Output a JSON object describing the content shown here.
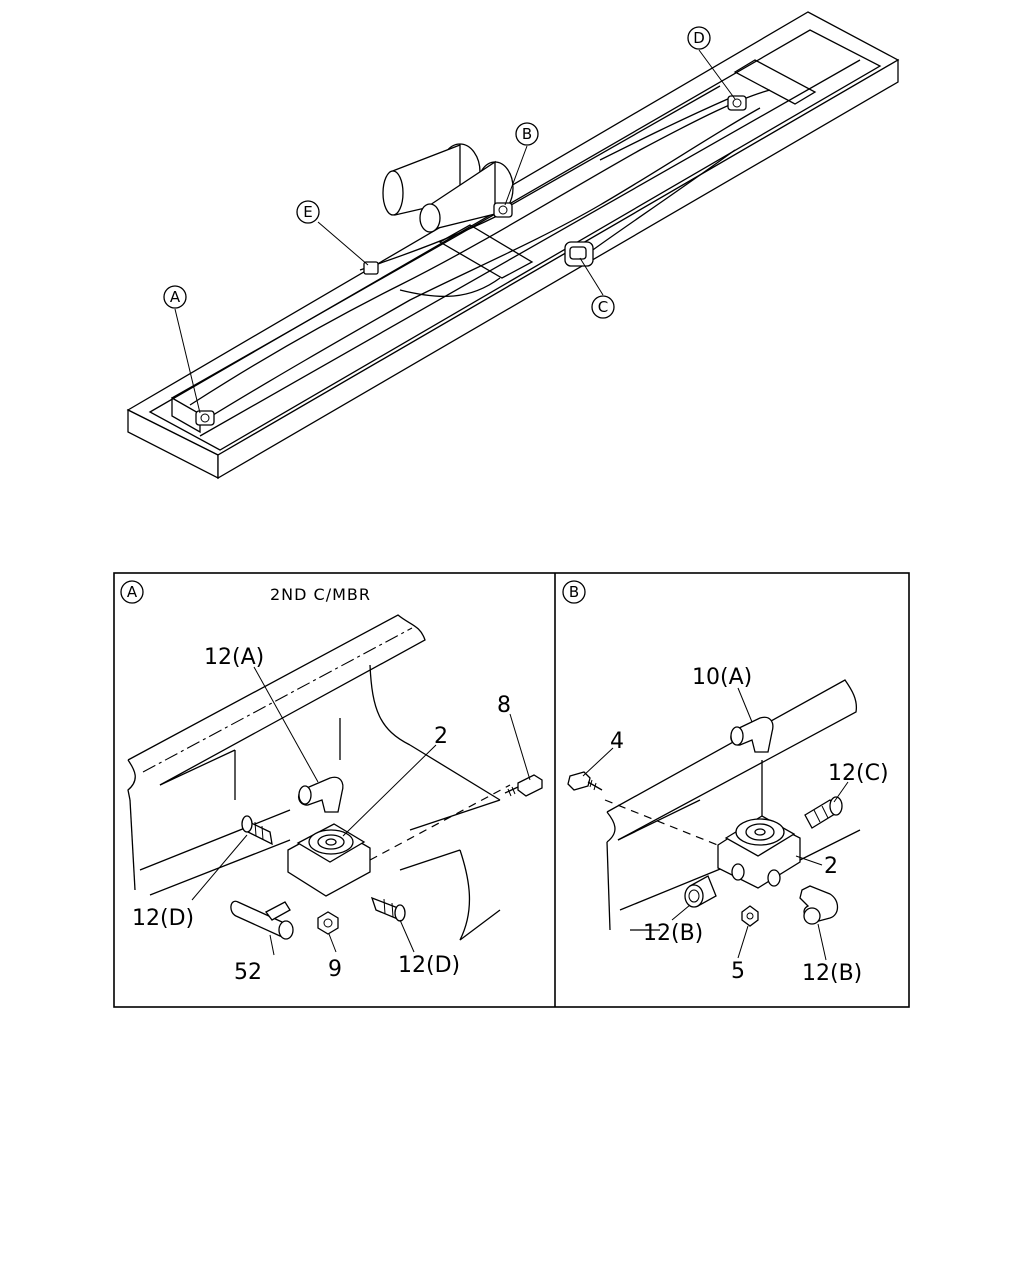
{
  "callouts": [
    "A",
    "B",
    "C",
    "D",
    "E"
  ],
  "detail_a": {
    "marker": "A",
    "title": "2ND C/MBR",
    "labels": [
      "12(A)",
      "2",
      "8",
      "12(D)",
      "52",
      "9",
      "12(D)"
    ]
  },
  "detail_b": {
    "marker": "B",
    "labels": [
      "10(A)",
      "4",
      "12(C)",
      "2",
      "12(B)",
      "5",
      "12(B)"
    ]
  }
}
